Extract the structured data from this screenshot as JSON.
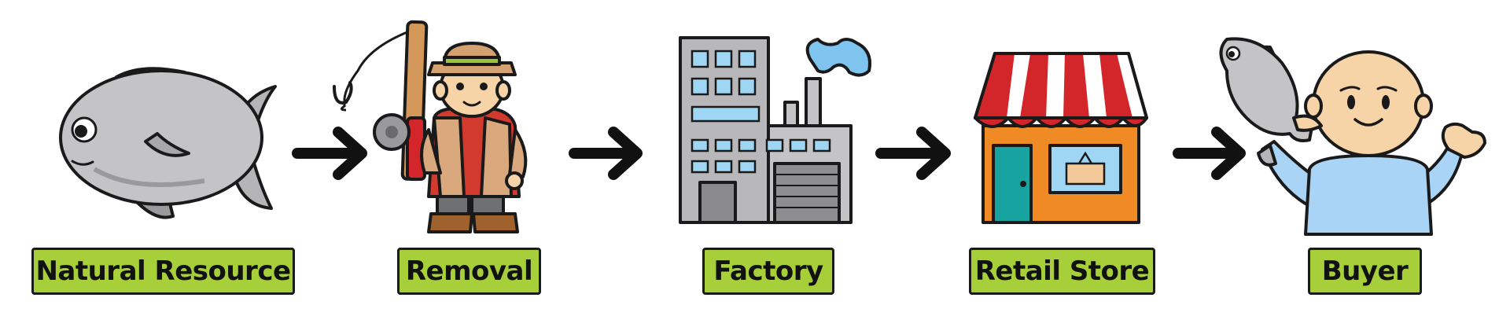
{
  "flow": {
    "steps": [
      {
        "label": "Natural Resource",
        "icon": "fish-icon"
      },
      {
        "label": "Removal",
        "icon": "fisherman-icon"
      },
      {
        "label": "Factory",
        "icon": "factory-icon"
      },
      {
        "label": "Retail Store",
        "icon": "retail-store-icon"
      },
      {
        "label": "Buyer",
        "icon": "buyer-icon"
      }
    ],
    "arrow_icon": "arrow-right-icon"
  },
  "colors": {
    "label_bg": "#a6cf3a",
    "outline": "#1a1a1a",
    "fish": "#c4c4c6",
    "awning_red": "#d3262b",
    "store_orange": "#f08a24",
    "store_teal": "#17a3a0",
    "buyer_shirt": "#a9d4f5",
    "skin": "#f7d3a8"
  }
}
